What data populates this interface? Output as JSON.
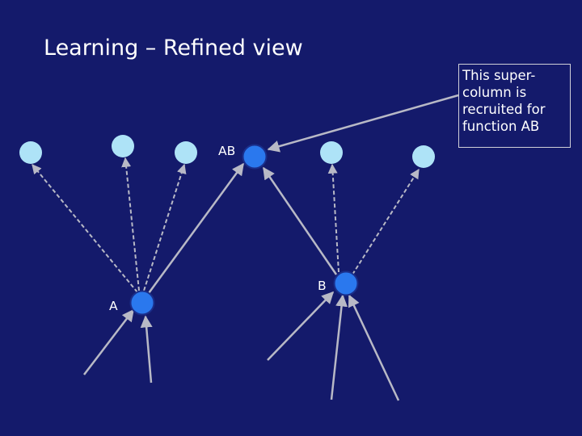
{
  "slide": {
    "title": "Learning – Refined view"
  },
  "callout": {
    "lines": [
      "This super-",
      "column is",
      "recruited for",
      "function AB"
    ]
  },
  "nodes": {
    "A_label": "A",
    "B_label": "B",
    "AB_label": "AB"
  },
  "colors": {
    "background": "#141a6b",
    "inactive_node": "#aee3f7",
    "active_node": "#2a78ee",
    "active_node_outline": "#1a2e8a",
    "connection": "#b8b9c6",
    "text": "#ffffff"
  }
}
